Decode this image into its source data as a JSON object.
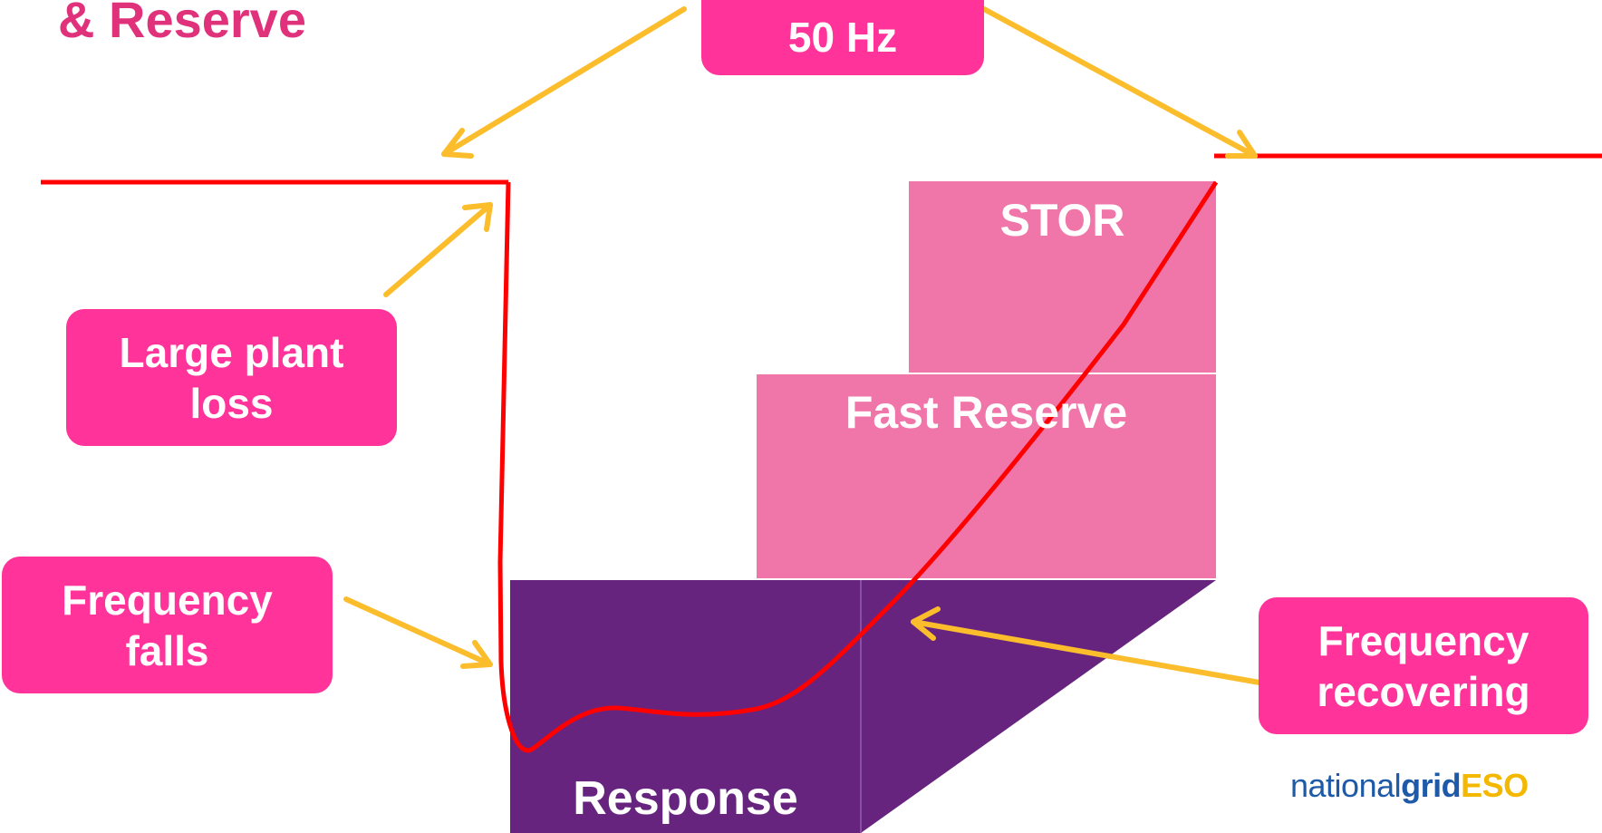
{
  "title": "& Reserve",
  "callouts": {
    "frequency_50hz": "50 Hz",
    "large_plant_loss": [
      "Large plant",
      "loss"
    ],
    "frequency_falls": [
      "Frequency",
      "falls"
    ],
    "frequency_recovering": [
      "Frequency",
      "recovering"
    ]
  },
  "blocks": {
    "stor": "STOR",
    "fast_reserve": "Fast Reserve",
    "response": "Response"
  },
  "logo": {
    "part1": "national",
    "part2": "grid",
    "part3": "ESO"
  },
  "colors": {
    "title": "#e0317b",
    "callout": "#ff3399",
    "stor": "#f075a8",
    "fast_reserve": "#f075a8",
    "response": "#66247f",
    "frequency_line": "#ff0000",
    "arrow": "#fbbd2c"
  }
}
